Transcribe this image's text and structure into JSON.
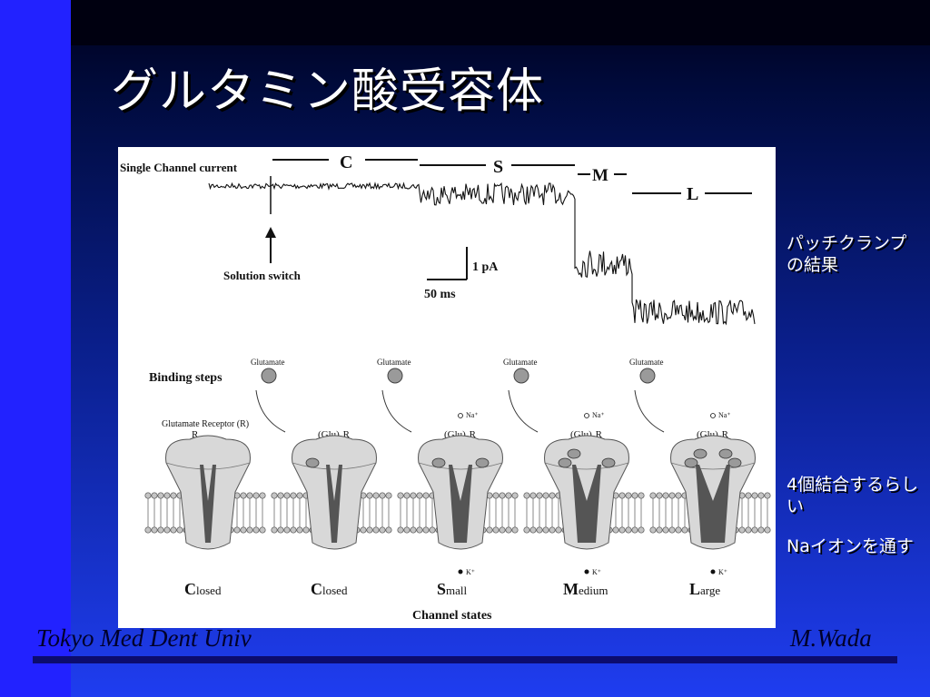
{
  "slide": {
    "title": "グルタミン酸受容体",
    "notes": {
      "patch_clamp": "パッチクランプの結果",
      "binding": "4個結合するらしい",
      "na_ion": "Naイオンを通す"
    },
    "footer": {
      "left": "Tokyo Med Dent Univ",
      "right": "M.Wada"
    }
  },
  "figure": {
    "trace_title": "Single Channel current",
    "levels": [
      "C",
      "S",
      "M",
      "L"
    ],
    "solution_switch": "Solution switch",
    "scale_current": "1 pA",
    "scale_time": "50 ms",
    "binding_steps": "Binding steps",
    "ligand": "Glutamate",
    "receptor_label": "Glutamate Receptor (R)",
    "ion_in": "Na⁺",
    "ion_out": "K⁺",
    "receptors": [
      {
        "label": "R",
        "state_initial": "C",
        "state_rest": "losed"
      },
      {
        "label": "(Glu)₁R",
        "state_initial": "C",
        "state_rest": "losed"
      },
      {
        "label": "(Glu)₂R",
        "state_initial": "S",
        "state_rest": "mall"
      },
      {
        "label": "(Glu)₃R",
        "state_initial": "M",
        "state_rest": "edium"
      },
      {
        "label": "(Glu)₄R",
        "state_initial": "L",
        "state_rest": "arge"
      }
    ],
    "channel_states": "Channel states"
  }
}
